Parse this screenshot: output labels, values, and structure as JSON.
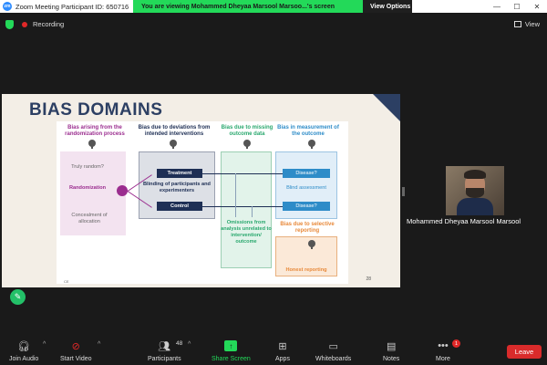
{
  "window": {
    "title": "Zoom Meeting Participant ID: 650716",
    "min": "—",
    "max": "☐",
    "close": "✕"
  },
  "banner": {
    "text": "You are viewing Mohammed Dheyaa Marsool Marsoo...'s screen",
    "options": "View Options",
    "options_chevron": "∨"
  },
  "status": {
    "recording": "Recording",
    "view": "View"
  },
  "slide": {
    "title": "BIAS DOMAINS",
    "number": "28",
    "logo": "CE",
    "columns": [
      {
        "header": "Bias arising from the randomization process",
        "color": "#9b2d8f"
      },
      {
        "header": "Bias due to deviations from intended interventions",
        "color": "#1e2f55"
      },
      {
        "header": "Bias due to missing outcome data",
        "color": "#2aa86e"
      },
      {
        "header": "Bias in measurement of the outcome",
        "color": "#2e8cc8"
      }
    ],
    "random": {
      "truly_random": "Truly random?",
      "randomization": "Randomization",
      "concealment": "Concealment of allocation"
    },
    "deviations": {
      "treatment": "Treatment",
      "blinding": "Blinding of participants and experimenters",
      "control": "Control"
    },
    "missing": {
      "omissions": "Omissions from analysis unrelated to intervention/ outcome"
    },
    "measurement": {
      "disease1": "Disease?",
      "blind_assessment": "Blind assessment",
      "disease2": "Disease?"
    },
    "reporting": {
      "header": "Bias due to selective reporting",
      "honest": "Honest reporting",
      "color": "#e8893a"
    }
  },
  "participant": {
    "name": "Mohammed Dheyaa Marsool Marsool"
  },
  "toolbar": {
    "join_audio": "Join Audio",
    "start_video": "Start Video",
    "participants": "Participants",
    "participants_count": "48",
    "share_screen": "Share Screen",
    "apps": "Apps",
    "whiteboards": "Whiteboards",
    "notes": "Notes",
    "more": "More",
    "more_badge": "1",
    "leave": "Leave"
  },
  "colors": {
    "zoom_blue": "#2d8cff",
    "banner_green": "#23d959",
    "leave_red": "#d92b2b",
    "slide_navy": "#2c3f63"
  }
}
